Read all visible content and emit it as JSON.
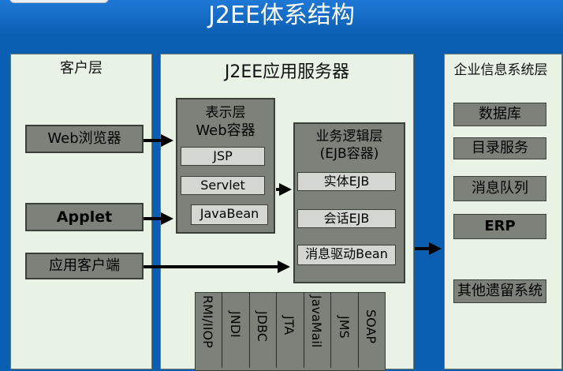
{
  "header": {
    "title": "J2EE体系结构"
  },
  "client_tier": {
    "title": "客户层",
    "items": [
      "Web浏览器",
      "Applet",
      "应用客户端"
    ]
  },
  "server": {
    "title": "J2EE应用服务器",
    "web_container": {
      "title_line1": "表示层",
      "title_line2": "Web容器",
      "items": [
        "JSP",
        "Servlet",
        "JavaBean"
      ]
    },
    "ejb_container": {
      "title_line1": "业务逻辑层",
      "title_line2": "(EJB容器)",
      "items": [
        "实体EJB",
        "会话EJB",
        "消息驱动Bean"
      ]
    },
    "services": [
      "RMI/IIOP",
      "JNDI",
      "JDBC",
      "JTA",
      "JavaMail",
      "JMS",
      "SOAP"
    ]
  },
  "eis_tier": {
    "title": "企业信息系统层",
    "items": [
      "数据库",
      "目录服务",
      "消息队列",
      "ERP",
      "其他遗留系统"
    ]
  },
  "colors": {
    "background": "#0b5fb3",
    "panel": "#e8f3e6",
    "box": "#7c827a"
  }
}
